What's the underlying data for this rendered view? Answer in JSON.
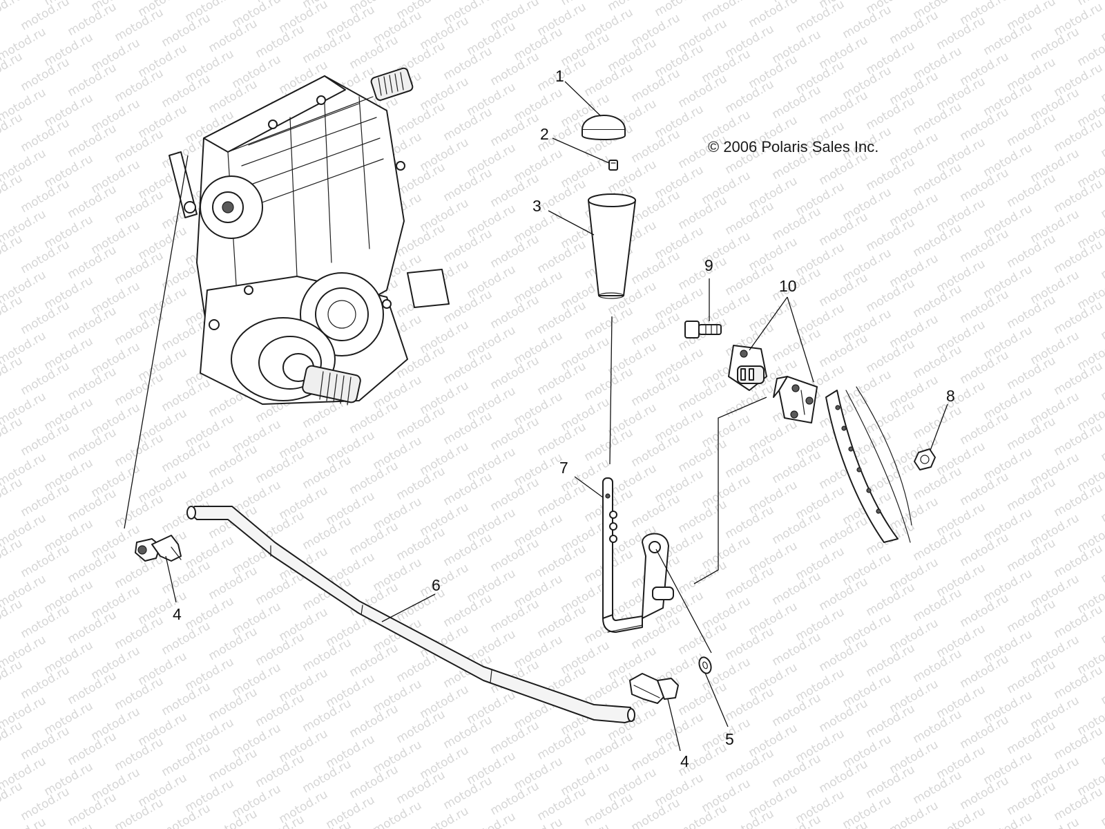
{
  "copyright": "© 2006 Polaris Sales Inc.",
  "watermark_text": "motod.ru",
  "callouts": {
    "c1": "1",
    "c2": "2",
    "c3": "3",
    "c4a": "4",
    "c4b": "4",
    "c5": "5",
    "c6": "6",
    "c7": "7",
    "c8": "8",
    "c9": "9",
    "c10": "10"
  }
}
